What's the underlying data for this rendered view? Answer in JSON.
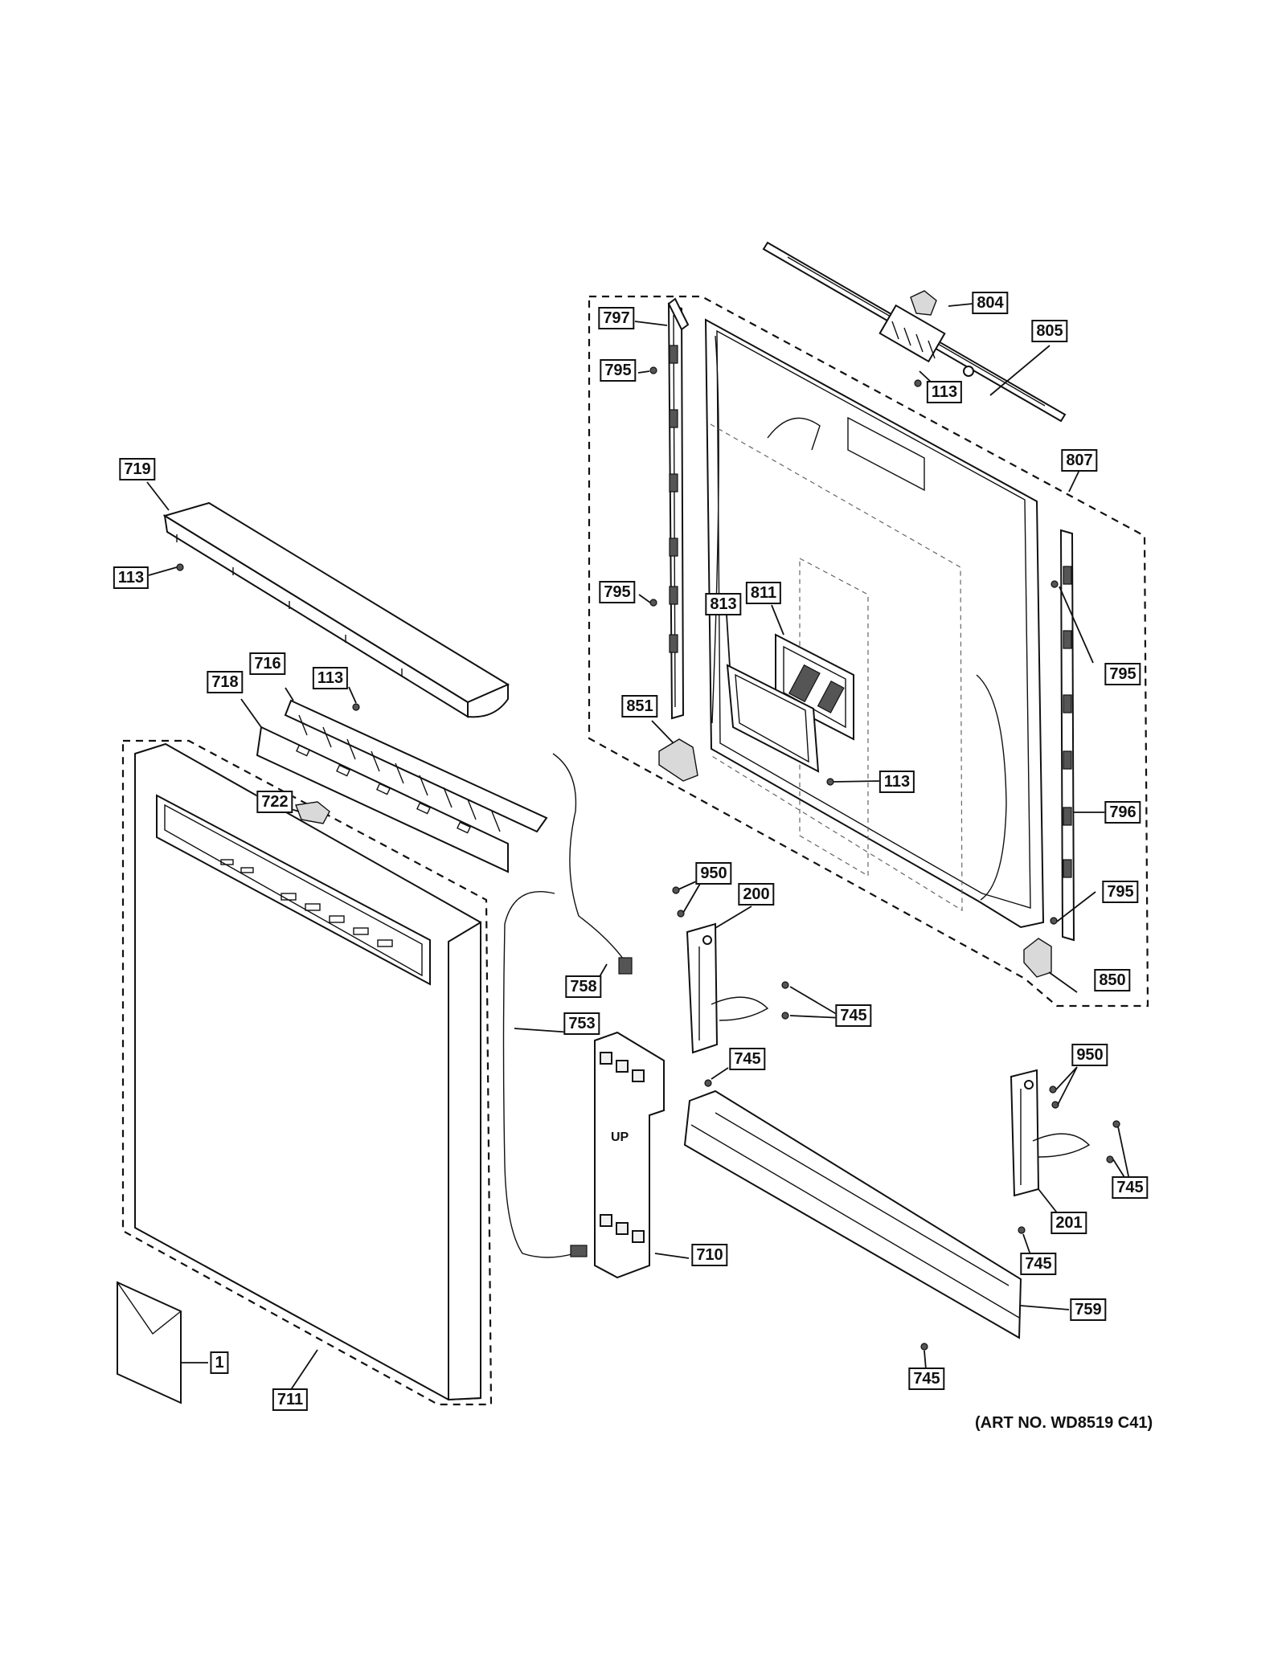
{
  "callouts": [
    {
      "id": "804",
      "text": "804"
    },
    {
      "id": "805",
      "text": "805"
    },
    {
      "id": "797",
      "text": "797"
    },
    {
      "id": "795a",
      "text": "795"
    },
    {
      "id": "113a",
      "text": "113"
    },
    {
      "id": "807",
      "text": "807"
    },
    {
      "id": "719",
      "text": "719"
    },
    {
      "id": "113b",
      "text": "113"
    },
    {
      "id": "795b",
      "text": "795"
    },
    {
      "id": "811",
      "text": "811"
    },
    {
      "id": "813",
      "text": "813"
    },
    {
      "id": "795c",
      "text": "795"
    },
    {
      "id": "716",
      "text": "716"
    },
    {
      "id": "113c",
      "text": "113"
    },
    {
      "id": "718",
      "text": "718"
    },
    {
      "id": "851",
      "text": "851"
    },
    {
      "id": "113d",
      "text": "113"
    },
    {
      "id": "796",
      "text": "796"
    },
    {
      "id": "722",
      "text": "722"
    },
    {
      "id": "950a",
      "text": "950"
    },
    {
      "id": "200",
      "text": "200"
    },
    {
      "id": "795d",
      "text": "795"
    },
    {
      "id": "758",
      "text": "758"
    },
    {
      "id": "850",
      "text": "850"
    },
    {
      "id": "753",
      "text": "753"
    },
    {
      "id": "745a",
      "text": "745"
    },
    {
      "id": "745b",
      "text": "745"
    },
    {
      "id": "950b",
      "text": "950"
    },
    {
      "id": "745c",
      "text": "745"
    },
    {
      "id": "201",
      "text": "201"
    },
    {
      "id": "745d",
      "text": "745"
    },
    {
      "id": "710",
      "text": "710"
    },
    {
      "id": "759",
      "text": "759"
    },
    {
      "id": "1",
      "text": "1"
    },
    {
      "id": "711",
      "text": "711"
    },
    {
      "id": "745e",
      "text": "745"
    }
  ],
  "art_number": "(ART NO. WD8519 C41)",
  "vent_label": "UP"
}
